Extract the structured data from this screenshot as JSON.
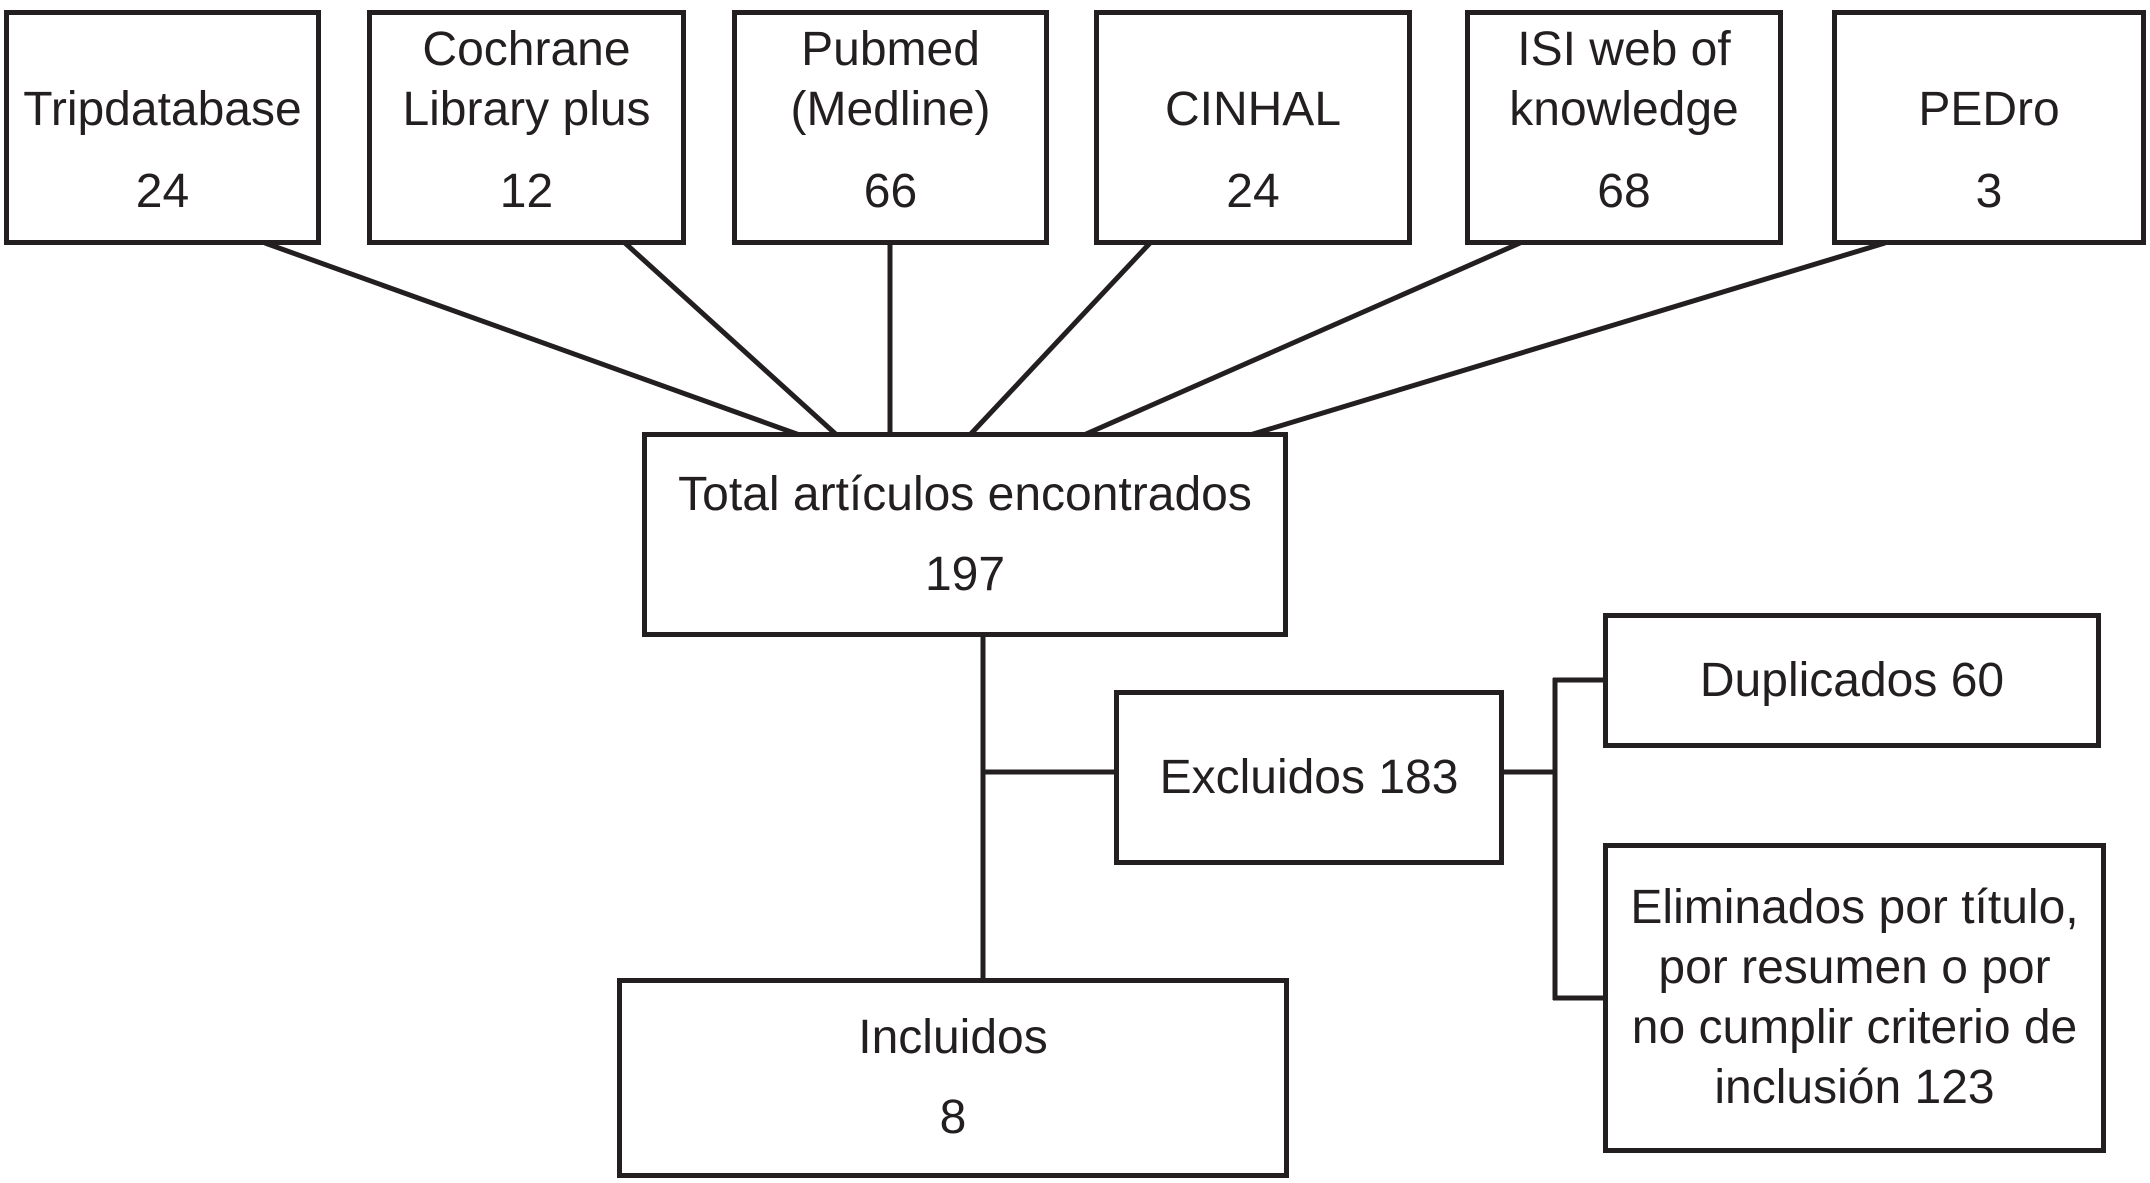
{
  "colors": {
    "ink": "#231f20",
    "background": "#ffffff"
  },
  "sources": [
    {
      "name_lines": [
        "Tripdatabase"
      ],
      "count": "24"
    },
    {
      "name_lines": [
        "Cochrane",
        "Library plus"
      ],
      "count": "12"
    },
    {
      "name_lines": [
        "Pubmed",
        "(Medline)"
      ],
      "count": "66"
    },
    {
      "name_lines": [
        "CINHAL"
      ],
      "count": "24"
    },
    {
      "name_lines": [
        "ISI web of",
        "knowledge"
      ],
      "count": "68"
    },
    {
      "name_lines": [
        "PEDro"
      ],
      "count": "3"
    }
  ],
  "total": {
    "label": "Total artículos encontrados",
    "count": "197"
  },
  "excluded": {
    "label": "Excluidos 183"
  },
  "duplicates": {
    "label": "Duplicados 60"
  },
  "eliminated": {
    "lines": [
      "Eliminados por título,",
      "por resumen o por",
      "no cumplir criterio de",
      "inclusión 123"
    ]
  },
  "included": {
    "label": "Incluidos",
    "count": "8"
  }
}
